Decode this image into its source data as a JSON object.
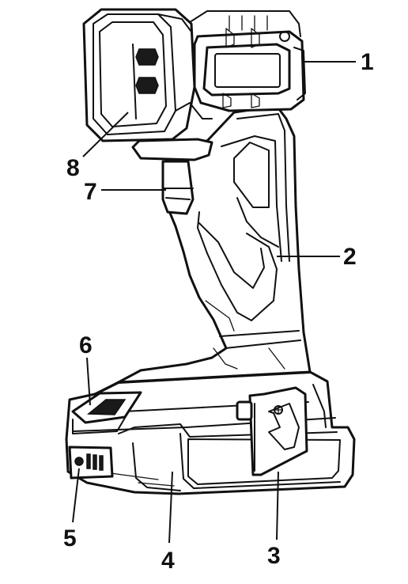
{
  "callouts": [
    {
      "id": "c1",
      "number": "1"
    },
    {
      "id": "c2",
      "number": "2"
    },
    {
      "id": "c3",
      "number": "3"
    },
    {
      "id": "c4",
      "number": "4"
    },
    {
      "id": "c5",
      "number": "5"
    },
    {
      "id": "c6",
      "number": "6"
    },
    {
      "id": "c7",
      "number": "7"
    },
    {
      "id": "c8",
      "number": "8"
    }
  ]
}
